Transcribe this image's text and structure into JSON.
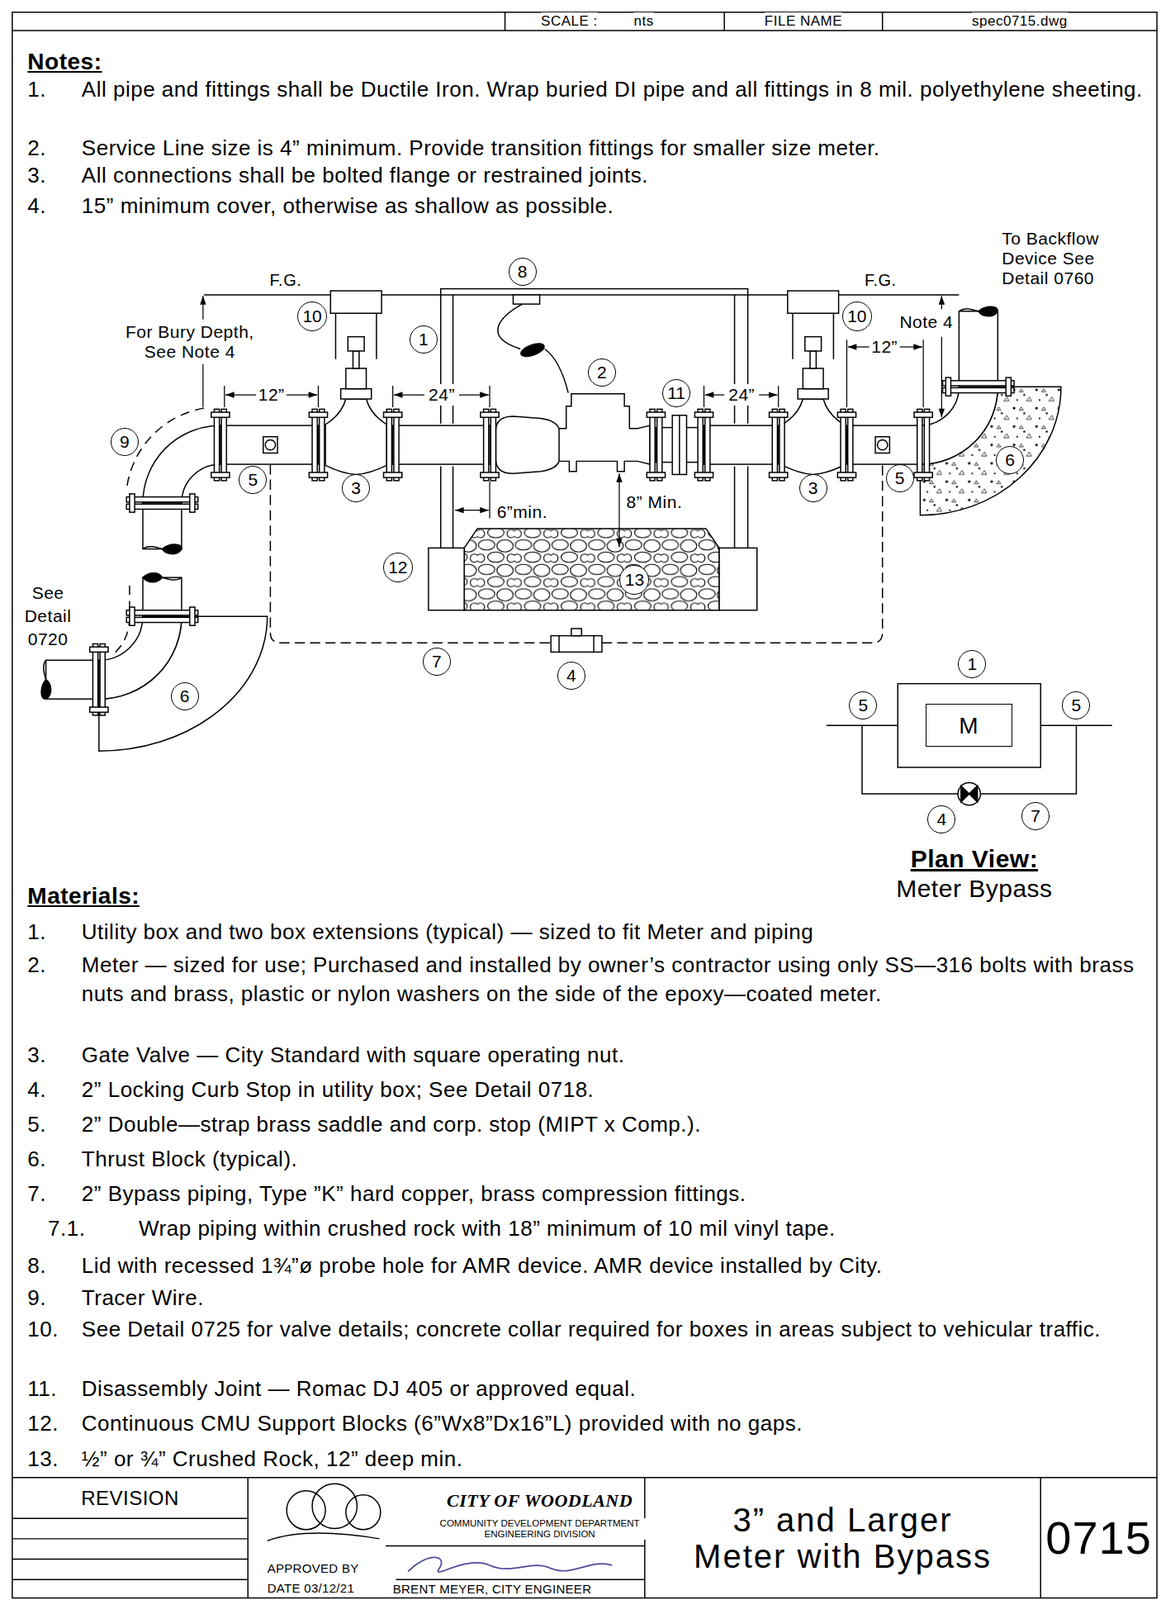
{
  "diagram": {
    "nodes": [
      {
        "text": [
          "SCALE :",
          "nts"
        ]
      },
      {
        "text": [
          "FILE NAME"
        ]
      },
      {
        "text": [
          "spec0715.dwg"
        ]
      },
      {
        "text": [
          "8"
        ]
      },
      {
        "text": [
          "10"
        ]
      },
      {
        "text": [
          "10"
        ]
      },
      {
        "text": [
          "1"
        ]
      },
      {
        "text": [
          "2"
        ]
      },
      {
        "text": [
          "11"
        ]
      },
      {
        "text": [
          "9"
        ]
      },
      {
        "text": [
          "6"
        ]
      },
      {
        "text": [
          "5"
        ]
      },
      {
        "text": [
          "5"
        ]
      },
      {
        "text": [
          "3"
        ]
      },
      {
        "text": [
          "3"
        ]
      },
      {
        "text": [
          "12"
        ]
      },
      {
        "text": [
          "13"
        ]
      },
      {
        "text": [
          "7"
        ]
      },
      {
        "text": [
          "1"
        ]
      },
      {
        "text": [
          "4"
        ]
      },
      {
        "text": [
          "6"
        ]
      },
      {
        "text": [
          "5"
        ]
      },
      {
        "text": [
          "5"
        ]
      },
      {
        "text": [
          "M"
        ]
      },
      {
        "text": [
          "4"
        ]
      },
      {
        "text": [
          "7"
        ]
      },
      {
        "text": [
          "REVISION"
        ]
      },
      {
        "text": [
          "CITY OF WOODLAND",
          "COMMUNITY DEVELOPMENT DEPARTMENT ENGINEERING DIVISION",
          "APPROVED BY",
          "DATE 03/12/21",
          "BRENT MEYER, CITY ENGINEER"
        ]
      },
      {
        "text": [
          "3” and Larger Meter with Bypass"
        ]
      },
      {
        "text": [
          "0715"
        ]
      }
    ],
    "labels": [
      "Notes:",
      "1.",
      "All pipe and fittings shall be Ductile Iron. Wrap buried DI pipe and all fittings in 8 mil. polyethylene sheeting.",
      "2.",
      "Service Line size is 4” minimum. Provide transition fittings for smaller size meter.",
      "3.",
      "All connections shall be bolted flange or restrained joints.",
      "4.",
      "15” minimum cover, otherwise as shallow as possible.",
      "For Bury Depth, See Note 4",
      "F.G.",
      "F.G.",
      "To Backflow Device See Detail 0760",
      "Note 4",
      "12”",
      "24”",
      "24”",
      "12”",
      "6”min.",
      "8” Min.",
      "See Detail 0720",
      "Plan View:",
      "Meter Bypass",
      "Materials:",
      "1.",
      "Utility box and two box extensions (typical) — sized to fit Meter and piping",
      "2.",
      "Meter — sized for use; Purchased and installed by owner’s contractor using only SS—316 bolts with brass nuts and brass, plastic or nylon washers on the side of the epoxy—coated meter.",
      "3.",
      "Gate Valve — City Standard with square operating nut.",
      "4.",
      "2” Locking Curb Stop in utility box; See Detail 0718.",
      "5.",
      "2” Double—strap brass saddle and corp. stop (MIPT x Comp.).",
      "6.",
      "Thrust Block (typical).",
      "7.",
      "2” Bypass piping, Type ”K” hard copper, brass compression fittings.",
      "7.1.",
      "Wrap piping within crushed rock with 18” minimum of 10 mil vinyl tape.",
      "8.",
      "Lid with recessed 1¾”ø probe hole for AMR device. AMR device installed by City.",
      "9.",
      "Tracer Wire.",
      "10.",
      "See Detail 0725 for valve details; concrete collar required for boxes in areas subject to vehicular traffic.",
      "11.",
      "Disassembly Joint — Romac DJ 405 or approved equal.",
      "12.",
      "Continuous CMU Support Blocks (6”Wx8”Dx16”L) provided with no gaps.",
      "13.",
      "½” or ¾” Crushed Rock, 12” deep min."
    ]
  }
}
